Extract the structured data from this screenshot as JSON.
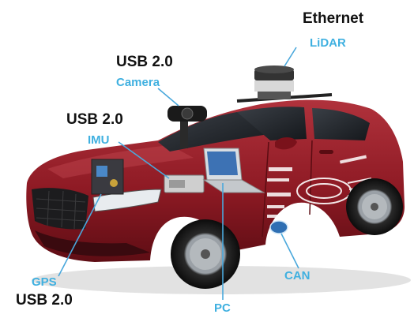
{
  "labels": {
    "ethernet": "Ethernet",
    "lidar": "LiDAR",
    "camera_interface": "USB 2.0",
    "camera": "Camera",
    "imu_interface": "USB 2.0",
    "imu": "IMU",
    "gps": "GPS",
    "gps_interface": "USB 2.0",
    "pc": "PC",
    "can": "CAN"
  },
  "colors": {
    "device_label": "#3fb0e0",
    "interface_label": "#111111",
    "leader_line": "#4aa8dc",
    "car_body": "#8e1a24"
  }
}
